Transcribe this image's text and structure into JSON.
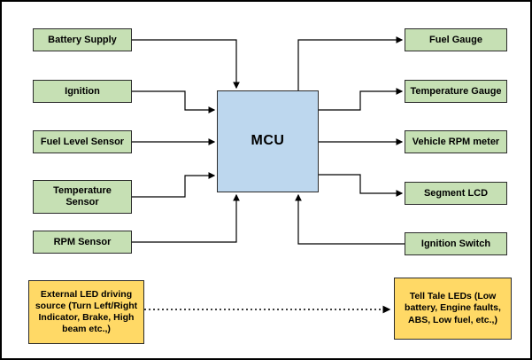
{
  "diagram": {
    "mcu_label": "MCU",
    "inputs": [
      {
        "label": "Battery Supply"
      },
      {
        "label": "Ignition"
      },
      {
        "label": "Fuel Level Sensor"
      },
      {
        "label": "Temperature Sensor"
      },
      {
        "label": "RPM Sensor"
      }
    ],
    "outputs": [
      {
        "label": "Fuel Gauge"
      },
      {
        "label": "Temperature Gauge"
      },
      {
        "label": "Vehicle RPM meter"
      },
      {
        "label": "Segment LCD"
      },
      {
        "label": "Ignition Switch"
      }
    ],
    "bottom": {
      "source_label": "External LED driving source (Turn Left/Right Indicator, Brake, High beam etc.,)",
      "target_label": "Tell Tale LEDs (Low battery, Engine faults, ABS, Low fuel, etc.,)"
    },
    "colors": {
      "io_box_fill": "#c6e0b4",
      "mcu_fill": "#bdd7ee",
      "led_box_fill": "#ffd966",
      "line_color": "#000000",
      "background": "#ffffff"
    }
  }
}
